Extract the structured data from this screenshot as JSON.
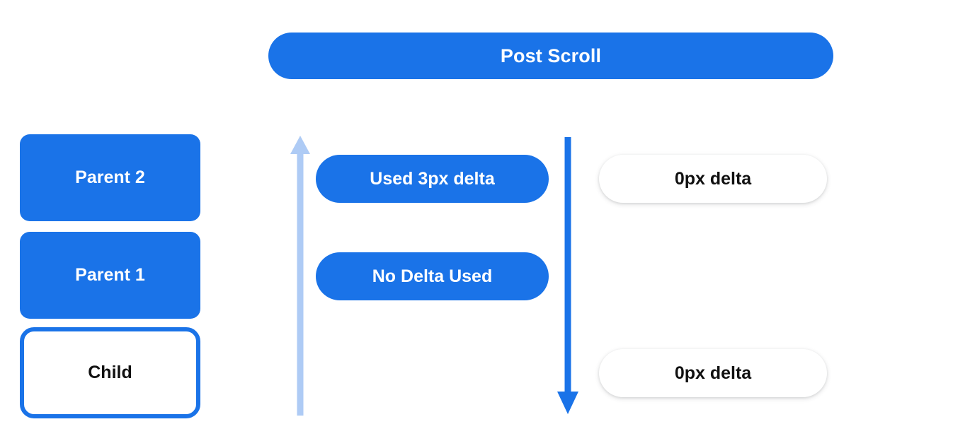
{
  "banner": {
    "label": "Post Scroll",
    "color": "#1a73e8",
    "text_color": "#ffffff"
  },
  "scroll_stack": {
    "items": [
      {
        "label": "Parent 2",
        "style": "filled",
        "fill": "#1a73e8",
        "text_color": "#ffffff"
      },
      {
        "label": "Parent 1",
        "style": "filled",
        "fill": "#1a73e8",
        "text_color": "#ffffff"
      },
      {
        "label": "Child",
        "style": "outlined",
        "fill": "#ffffff",
        "border_color": "#1a73e8",
        "text_color": "#111111"
      }
    ]
  },
  "arrows": {
    "up": {
      "name": "upward-arrow",
      "direction": "up",
      "color": "#aecbf5"
    },
    "down": {
      "name": "downward-arrow",
      "direction": "down",
      "color": "#1a73e8"
    }
  },
  "delta_consumed": {
    "items": [
      {
        "label": "Used 3px delta",
        "fill": "#1a73e8",
        "text_color": "#ffffff"
      },
      {
        "label": "No Delta Used",
        "fill": "#1a73e8",
        "text_color": "#ffffff"
      }
    ]
  },
  "delta_remaining": {
    "items": [
      {
        "label": "0px delta",
        "fill": "#ffffff",
        "text_color": "#111111"
      },
      {
        "label": "0px delta",
        "fill": "#ffffff",
        "text_color": "#111111"
      }
    ]
  }
}
